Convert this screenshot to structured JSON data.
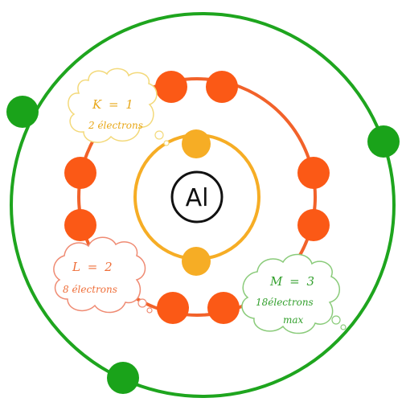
{
  "nucleus": {
    "symbol": "Al"
  },
  "shells": {
    "k": {
      "name_line": "K = 1",
      "count_line": "2 électrons",
      "ring_color": "#f6ad25",
      "electron_color": "#f6ad25",
      "cloud_color": "#f3d97a",
      "text_color": "#e8a81a"
    },
    "l": {
      "name_line": "L = 2",
      "count_line": "8 électrons",
      "ring_color": "#f2622a",
      "electron_color": "#fb5916",
      "cloud_color": "#ef8b73",
      "text_color": "#ef6f3a"
    },
    "m": {
      "name_line": "M = 3",
      "count_line": "18électrons",
      "max_line": "max",
      "ring_color": "#1ea51e",
      "electron_color": "#1aa31a",
      "cloud_color": "#8acb7a",
      "text_color": "#34a02e"
    }
  }
}
